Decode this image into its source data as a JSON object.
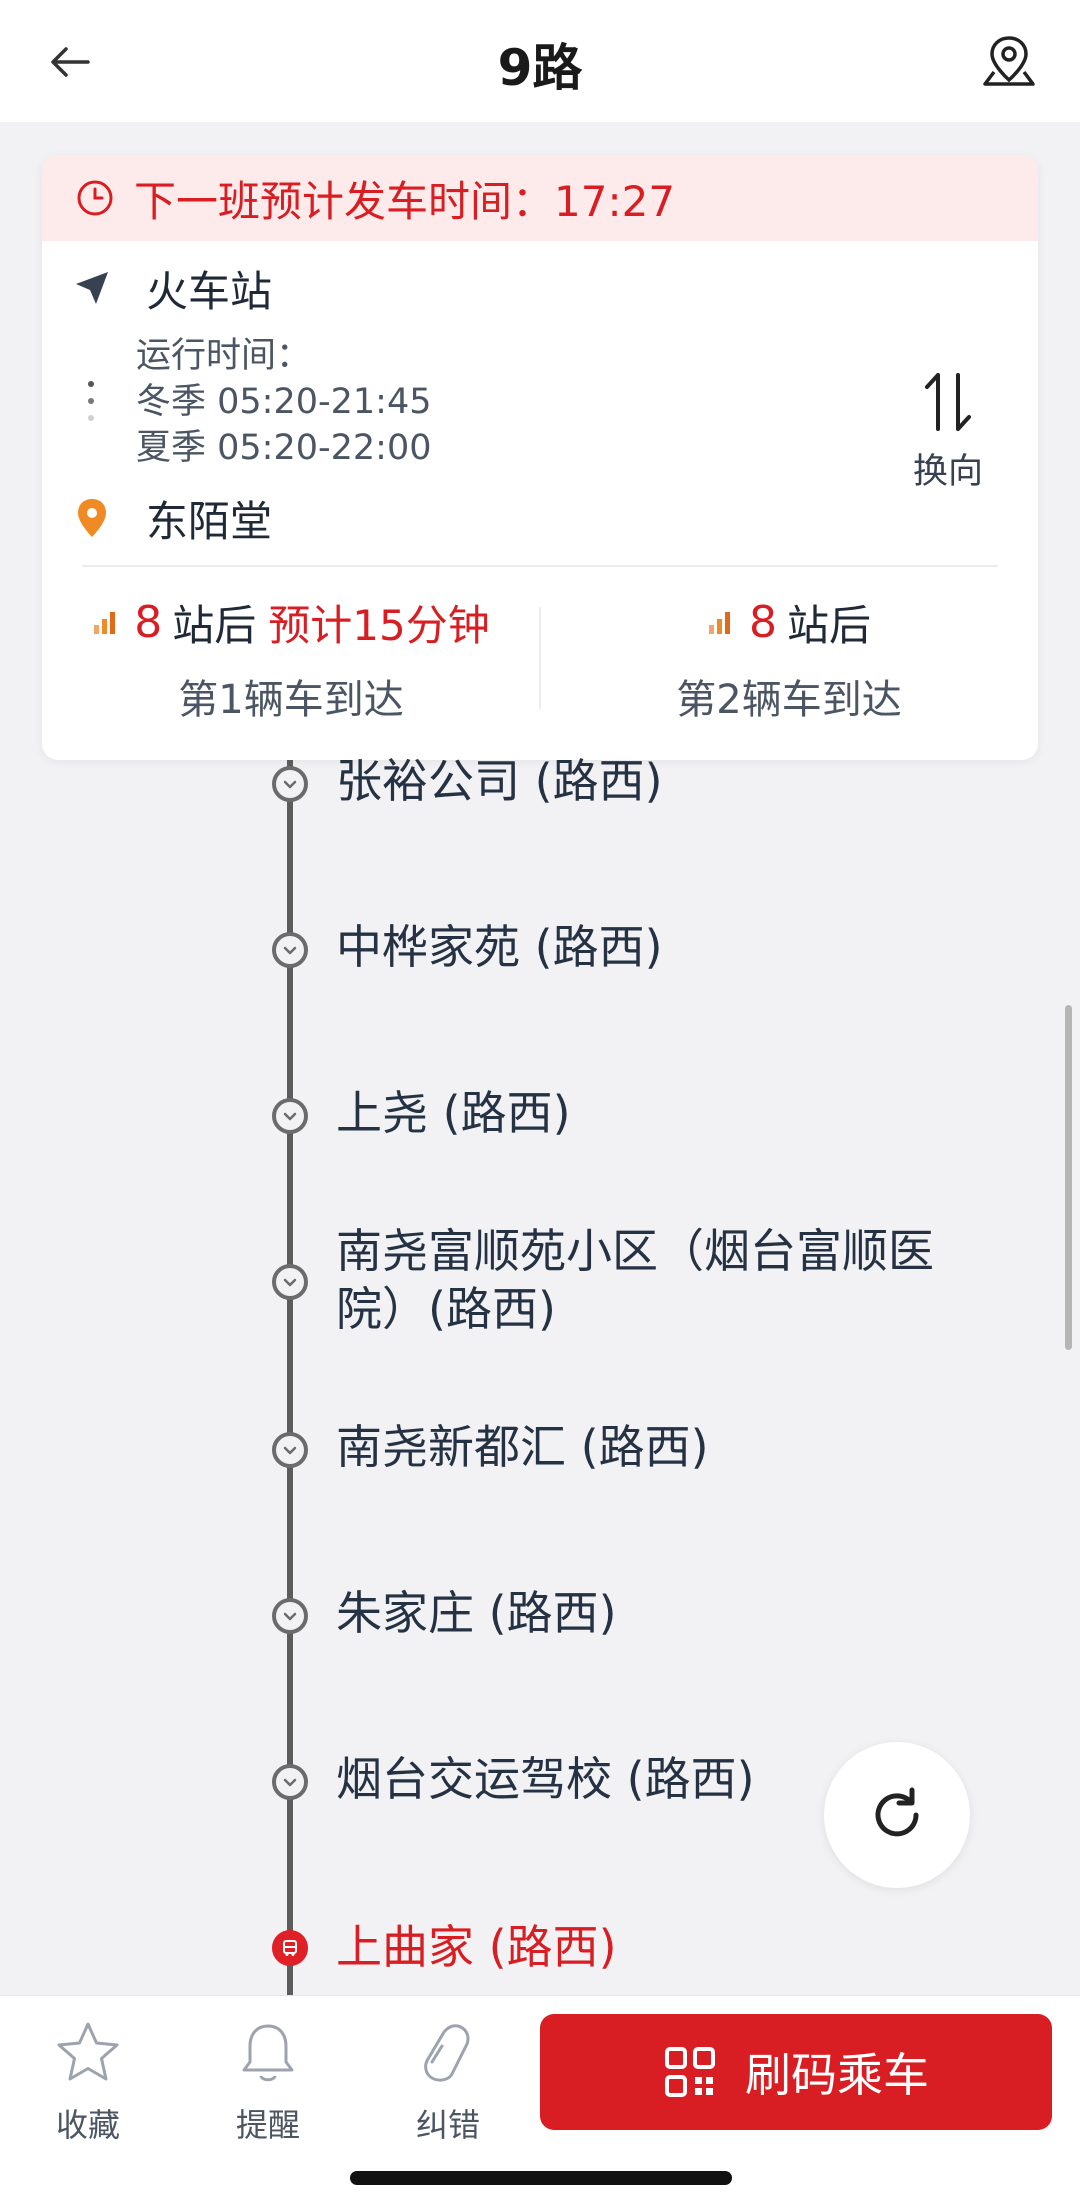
{
  "header": {
    "title": "9路"
  },
  "card": {
    "next_departure": "下一班预计发车时间：17:27",
    "from_station": "火车站",
    "run_label": "运行时间：",
    "winter_hours": "冬季 05:20-21:45",
    "summer_hours": "夏季 05:20-22:00",
    "to_station": "东陌堂",
    "switch_label": "换向",
    "arrivals": [
      {
        "stops": "8",
        "stops_suffix": "站后",
        "eta": "预计15分钟",
        "label": "第1辆车到达"
      },
      {
        "stops": "8",
        "stops_suffix": "站后",
        "eta": "",
        "label": "第2辆车到达"
      }
    ]
  },
  "stops": [
    {
      "name": "张裕公司 (路西)",
      "current": false
    },
    {
      "name": "中桦家苑 (路西)",
      "current": false
    },
    {
      "name": "上尧 (路西)",
      "current": false
    },
    {
      "name": "南尧富顺苑小区（烟台富顺医院）(路西)",
      "current": false
    },
    {
      "name": "南尧新都汇 (路西)",
      "current": false
    },
    {
      "name": "朱家庄 (路西)",
      "current": false
    },
    {
      "name": "烟台交运驾校 (路西)",
      "current": false
    },
    {
      "name": "上曲家 (路西)",
      "current": true
    }
  ],
  "bottom_bar": {
    "favorite_label": "收藏",
    "remind_label": "提醒",
    "correct_label": "纠错",
    "scan_label": "刷码乘车"
  },
  "colors": {
    "accent": "#d81e22",
    "highlight_bg": "#fdeaea",
    "page_bg": "#f2f2f4",
    "warning_orange": "#f08a24"
  },
  "icons": [
    "back-arrow-icon",
    "map-location-icon",
    "clock-icon",
    "navigation-arrow-icon",
    "location-pin-icon",
    "swap-direction-icon",
    "signal-icon",
    "refresh-icon",
    "star-icon",
    "bell-icon",
    "correction-icon",
    "qr-code-icon"
  ]
}
